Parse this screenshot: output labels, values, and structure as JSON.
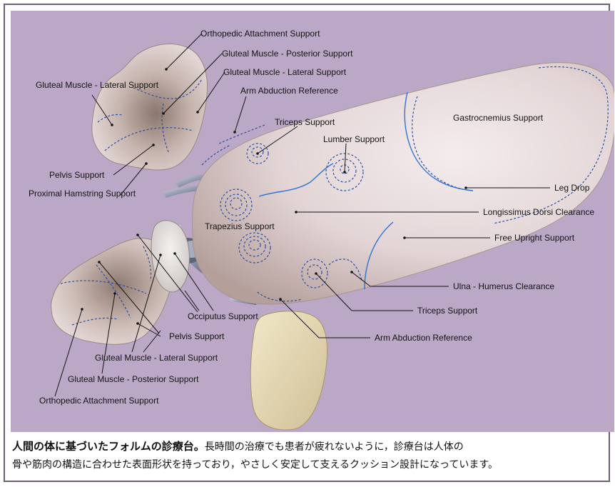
{
  "labels": {
    "orthopedic_top": "Orthopedic Attachment Support",
    "glut_post_top": "Gluteal Muscle - Posterior Support",
    "glut_lat_top": "Gluteal Muscle - Lateral Support",
    "glut_lat_left": "Gluteal Muscle - Lateral Support",
    "arm_abd_top": "Arm Abduction Reference",
    "triceps_top": "Triceps Support",
    "lumber": "Lumber Support",
    "gastrocnemius": "Gastrocnemius Support",
    "pelvis_upper": "Pelvis Support",
    "proximal_hamstring": "Proximal Hamstring Support",
    "leg_drop": "Leg Drop",
    "longissimus": "Longissimus Dorsi  Clearance",
    "trapezius": "Trapezius Support",
    "free_upright": "Free Upright Support",
    "ulna": "Ulna - Humerus Clearance",
    "occiputus": "Occiputus Support",
    "triceps_bottom": "Triceps Support",
    "pelvis_lower": "Pelvis Support",
    "arm_abd_bottom": "Arm Abduction Reference",
    "glut_lat_bottom": "Gluteal Muscle - Lateral Support",
    "glut_post_bottom": "Gluteal Muscle - Posterior Support",
    "orthopedic_bottom": "Orthopedic Attachment Support"
  },
  "caption": {
    "lead": "人間の体に基づいたフォルムの診療台。",
    "line1": "長時間の治療でも患者が疲れないように，診療台は人体の",
    "line2": "骨や筋肉の構造に合わせた表面形状を持っており，やさしく安定して支えるクッション設計になっています。"
  },
  "colors": {
    "panel": "#bba7c6",
    "cushion_light": "#ede3e6",
    "cushion_dark": "#8f7b73",
    "pad_beige": "#e6d9b4",
    "dashed_line": "#2b4fa8",
    "solid_line": "#2f73d0"
  }
}
